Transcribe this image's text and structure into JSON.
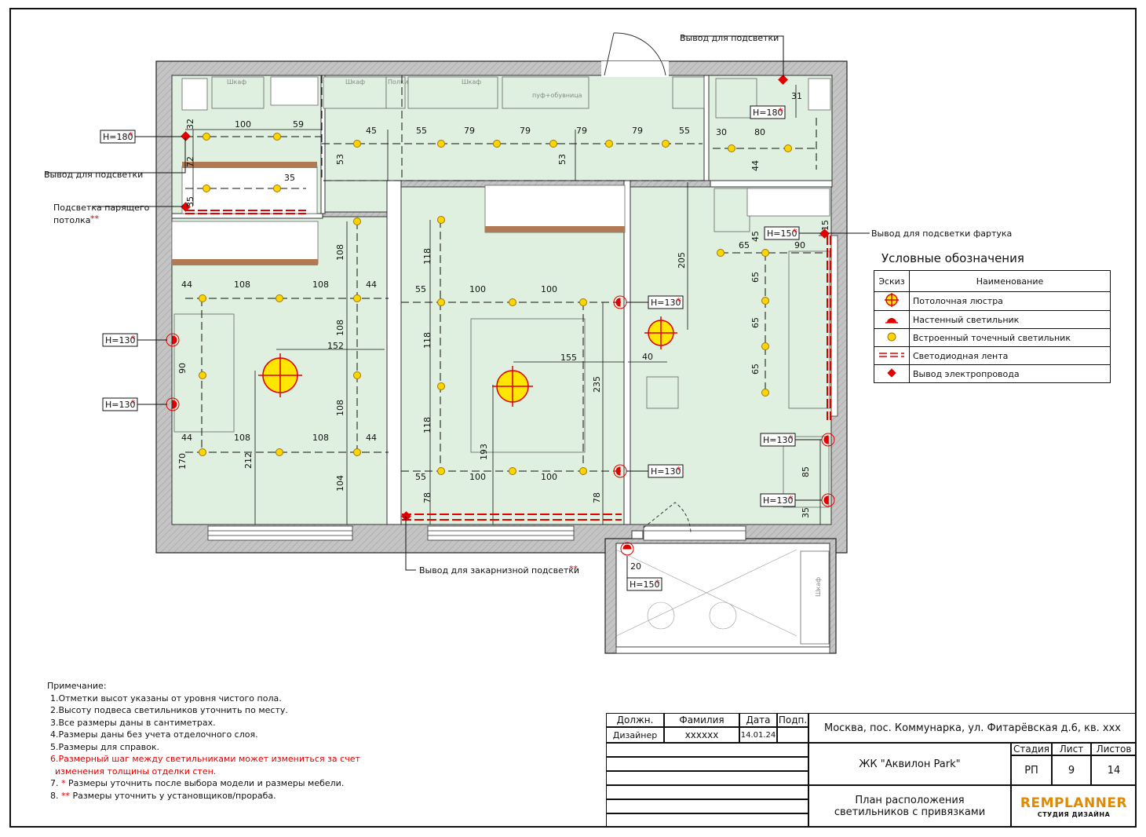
{
  "plan": {
    "callouts": {
      "outlet_lighting_top": "Вывод для подсветки",
      "outlet_lighting_left": "Вывод для подсветки",
      "floating_ceiling_1": "Подсветка парящего",
      "floating_ceiling_2": "потолка",
      "floating_ceiling_stars": "**",
      "backsplash": "Вывод для подсветки фартука",
      "cornice": "Вывод для закарнизной подсветки",
      "cornice_stars": "**"
    },
    "height_tags": [
      {
        "text": "H=180",
        "star": "*"
      },
      {
        "text": "H=180",
        "star": "*"
      },
      {
        "text": "H=150",
        "star": "*"
      },
      {
        "text": "H=130",
        "star": "*"
      },
      {
        "text": "H=130",
        "star": "*"
      },
      {
        "text": "H=130",
        "star": "*"
      },
      {
        "text": "H=130",
        "star": "*"
      },
      {
        "text": "H=130",
        "star": "*"
      },
      {
        "text": "H=130",
        "star": "*"
      },
      {
        "text": "H=150",
        "star": "*"
      }
    ],
    "furniture_labels": {
      "wardrobe_1": "Шкаф",
      "wardrobe_2": "Шкаф",
      "shelf": "Полки",
      "wardrobe_3": "Шкаф",
      "pouf": "пуф+обувница",
      "wardrobe_balcony": "Шкаф"
    },
    "dimensions": [
      "100",
      "59",
      "32",
      "72",
      "35",
      "35",
      "45",
      "53",
      "55",
      "79",
      "79",
      "79",
      "79",
      "55",
      "53",
      "30",
      "80",
      "31",
      "44",
      "45",
      "65",
      "90",
      "15",
      "205",
      "65",
      "65",
      "65",
      "40",
      "44",
      "108",
      "108",
      "44",
      "108",
      "108",
      "108",
      "152",
      "90",
      "44",
      "108",
      "108",
      "44",
      "170",
      "212",
      "104",
      "118",
      "55",
      "100",
      "100",
      "118",
      "155",
      "118",
      "235",
      "193",
      "55",
      "100",
      "100",
      "78",
      "78",
      "85",
      "35",
      "20"
    ]
  },
  "legend": {
    "title": "Условные обозначения",
    "col_symbol": "Эскиз",
    "col_name": "Наименование",
    "items": [
      {
        "icon": "ceiling-chandelier",
        "label": "Потолочная люстра"
      },
      {
        "icon": "wall-light",
        "label": "Настенный светильник"
      },
      {
        "icon": "recessed-spotlight",
        "label": "Встроенный точечный светильник"
      },
      {
        "icon": "led-strip",
        "label": "Светодиодная лента"
      },
      {
        "icon": "wire-outlet",
        "label": "Вывод электропровода"
      }
    ]
  },
  "notes": {
    "title": "Примечание:",
    "n1": "1.Отметки высот указаны от уровня чистого пола.",
    "n2": "2.Высоту подвеса светильников уточнить по месту.",
    "n3": "3.Все размеры даны в сантиметрах.",
    "n4": "4.Размеры даны без учета отделочного слоя.",
    "n5": "5.Размеры для справок.",
    "n6a": "6.Размерный шаг между светильниками может измениться за счет",
    "n6b": "изменения толщины отделки стен.",
    "n7num": "7.",
    "n7star": "*",
    "n7": "Размеры уточнить после выбора модели и размеры мебели.",
    "n8num": "8.",
    "n8star": "**",
    "n8": "Размеры уточнить у установщиков/прораба."
  },
  "stamp": {
    "h_position": "Должн.",
    "h_surname": "Фамилия",
    "h_date": "Дата",
    "h_sign": "Подп.",
    "position": "Дизайнер",
    "surname": "xxxxxx",
    "date": "14.01.24",
    "address": "Москва, пос. Коммунарка, ул. Фитарёвская д.6, кв. xxx",
    "complex": "ЖК \"Аквилон Park\"",
    "h_stage": "Стадия",
    "h_sheet": "Лист",
    "h_sheets": "Листов",
    "stage": "РП",
    "sheet": "9",
    "sheets": "14",
    "title_1": "План расположения",
    "title_2": "светильников с привязками",
    "logo_main": "REMPLANNER",
    "logo_sub": "СТУДИЯ ДИЗАЙНА"
  },
  "colors": {
    "floor": "#dff0e0",
    "wall": "#bdbdbd",
    "spot": "#ffd400",
    "chandelier": "#ffe600",
    "accent": "#e00000",
    "wood": "#b07a55"
  }
}
